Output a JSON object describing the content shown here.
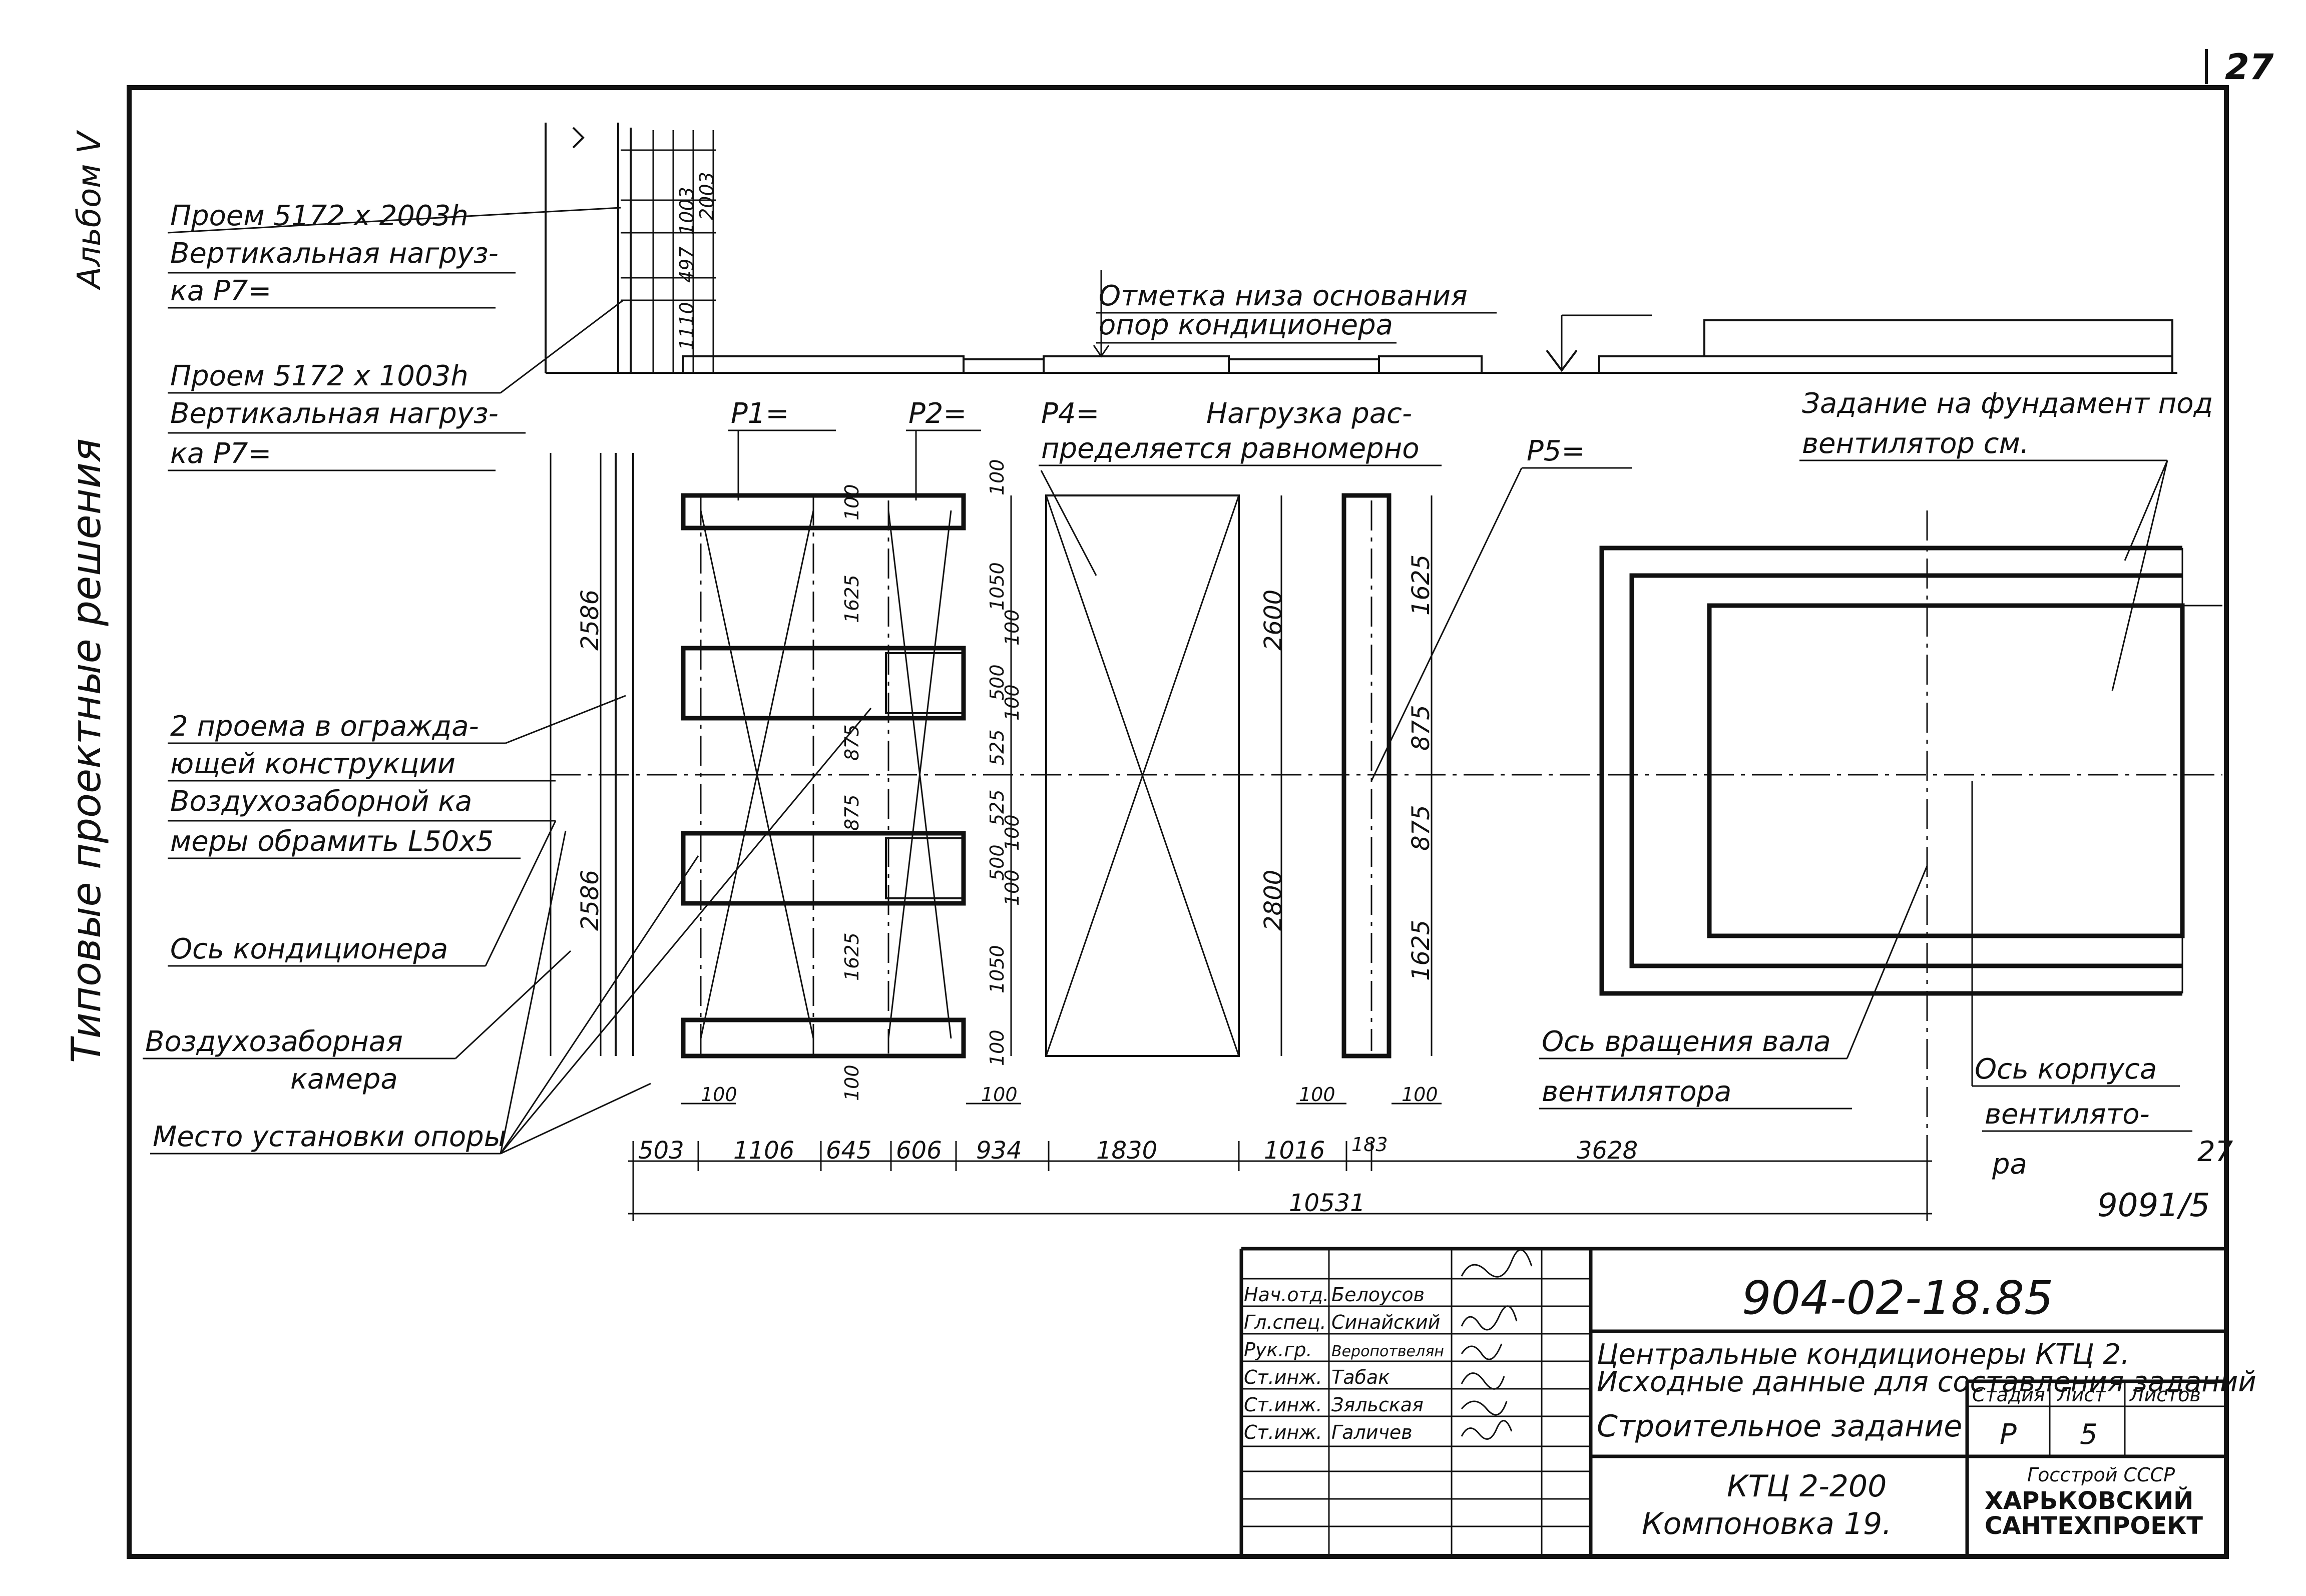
{
  "sheet": {
    "page_number": "27",
    "album": "Альбом V",
    "series_title": "Типовые проектные решения"
  },
  "notes": {
    "opening1_a": "Проем 5172 x 2003h",
    "opening1_b": "Вертикальная нагруз-",
    "opening1_c": "ка Р7=",
    "opening2_a": "Проем 5172 x 1003h",
    "opening2_b": "Вертикальная нагруз-",
    "opening2_c": "ка Р7=",
    "frame_a": "2 проема в огражда-",
    "frame_b": "ющей конструкции",
    "frame_c": "Воздухозаборной ка",
    "frame_d": "меры обрамить L50x5",
    "axis_conditioner": "Ось кондиционера",
    "air_intake_a": "Воздухозаборная",
    "air_intake_b": "камера",
    "support_place": "Место установки опоры",
    "base_mark_a": "Отметка низа основания",
    "base_mark_b": "опор кондиционера",
    "p1": "Р1=",
    "p2": "Р2=",
    "p4": "Р4=",
    "p5": "Р5=",
    "load_a": "Нагрузка рас-",
    "load_b": "пределяется равномерно",
    "fan_task_a": "Задание на фундамент под",
    "fan_task_b": "вентилятор см.",
    "shaft_axis_a": "Ось вращения вала",
    "shaft_axis_b": "вентилятора",
    "body_axis_a": "Ось корпуса",
    "body_axis_b": "вентилято-",
    "body_axis_c": "ра",
    "ref_a": "27",
    "ref_b": "9091/5"
  },
  "dims": {
    "h_2586_top": "2586",
    "h_2586_bot": "2586",
    "elev_2003": "2003",
    "elev_1003": "1003",
    "elev_497": "497",
    "elev_1110": "1110",
    "s_100a": "100",
    "s_1625a": "1625",
    "s_875a": "875",
    "s_875b": "875",
    "s_1625b": "1625",
    "s_100b": "100",
    "t_100a": "100",
    "t_1050a": "1050",
    "t_100b": "100",
    "t_500a": "500",
    "t_100c": "100",
    "t_525a": "525",
    "t_525b": "525",
    "t_100d": "100",
    "t_500b": "500",
    "t_100e": "100",
    "t_1050b": "1050",
    "t_100f": "100",
    "u_2600": "2600",
    "u_2800": "2800",
    "v_1625a": "1625",
    "v_875a": "875",
    "v_875b": "875",
    "v_1625b": "1625",
    "b_100a": "100",
    "b_100b": "100",
    "b_100c": "100",
    "b_100d": "100",
    "c_503": "503",
    "c_1106": "1106",
    "c_645": "645",
    "c_606": "606",
    "c_934": "934",
    "c_1830": "1830",
    "c_1016": "1016",
    "c_183": "183",
    "c_3628": "3628",
    "c_total": "10531"
  },
  "title_block": {
    "doc_code": "904-02-18.85",
    "title_line1": "Центральные кондиционеры КТЦ 2.",
    "title_line2": "Исходные данные для составления заданий",
    "sheet_name": "Строительное задание",
    "subject_line1": "КТЦ 2-200",
    "subject_line2": "Компоновка 19.",
    "stage_header": "Стадия",
    "sheet_header": "Лист",
    "sheets_header": "Листов",
    "stage": "Р",
    "sheet_no": "5",
    "sheets_total": "",
    "org_line1": "Госстрой СССР",
    "org_line2": "ХАРЬКОВСКИЙ",
    "org_line3": "САНТЕХПРОЕКТ",
    "signers": [
      {
        "role": "Нач.отд.",
        "name": "Белоусов"
      },
      {
        "role": "Гл.спец.",
        "name": "Синайский"
      },
      {
        "role": "Рук.гр.",
        "name": "Веропотвелян"
      },
      {
        "role": "Ст.инж.",
        "name": "Табак"
      },
      {
        "role": "Ст.инж.",
        "name": "Зяльская"
      },
      {
        "role": "Ст.инж.",
        "name": "Галичев"
      }
    ]
  }
}
